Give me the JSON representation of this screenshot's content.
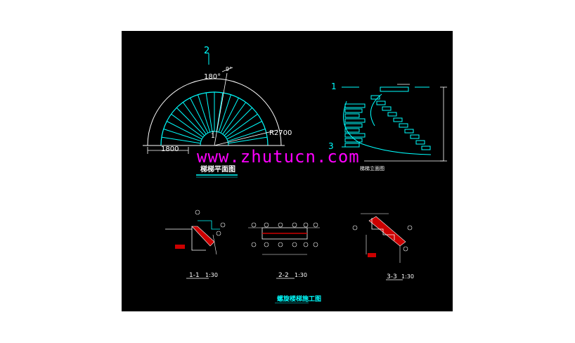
{
  "colors": {
    "background": "#000000",
    "stair_lines": "#00ffff",
    "annotation": "#ffffff",
    "watermark": "#ff00ff",
    "title": "#00ffff",
    "section_fill": "#cc0000"
  },
  "plan": {
    "section_mark_top": "2",
    "section_mark_bottom": "1",
    "angle_total": "180°",
    "angle_step": "9°",
    "radius": "R2700",
    "width": "1800",
    "title": "梯梯平面图"
  },
  "elevation": {
    "section_mark_top": "1",
    "section_mark_bottom": "3",
    "title": "梯梯立面图"
  },
  "sections": [
    {
      "label": "1-1",
      "scale": "1:30"
    },
    {
      "label": "2-2",
      "scale": "1:30"
    },
    {
      "label": "3-3",
      "scale": "1:30"
    }
  ],
  "sheet_title": "螺旋楼梯施工图",
  "watermark": "www.zhutucn.com"
}
